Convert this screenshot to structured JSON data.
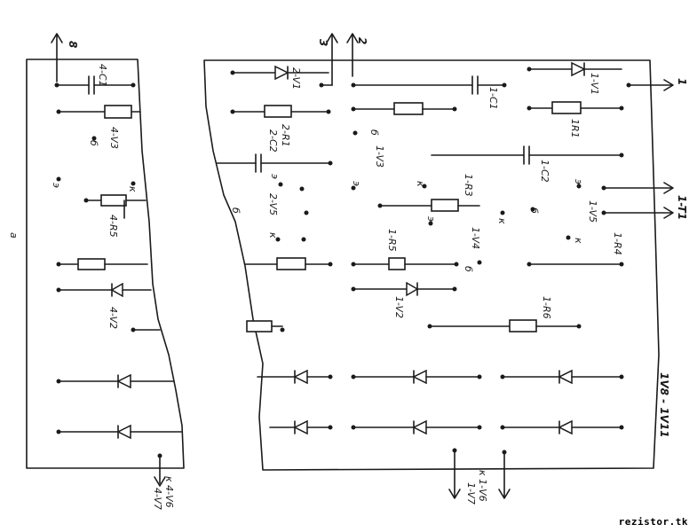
{
  "colors": {
    "ink": "#1a1a1a",
    "paper": "#ffffff"
  },
  "labels": {
    "board_a_letter": "a",
    "top_b": "8",
    "top_3": "3",
    "top_2": "2",
    "left_4_c1": "4-C1",
    "left_4_v3": "4-V3",
    "left_4_r5": "4-R5",
    "left_4_v2": "4-V2",
    "left_k": "к",
    "left_b": "б",
    "left_e": "э",
    "bot_left": "к 4-V6",
    "bot_left2": "4-V7",
    "r_2_v1": "2-V1",
    "r_2_r1": "2-R1",
    "r_2_c2": "2-C2",
    "r_2_v5": "2-V5",
    "r_1_c1": "1-C1",
    "r_1_v3": "1-V3",
    "r_1_r3": "1-R3",
    "r_1_r5": "1-R5",
    "r_1_v4": "1-V4",
    "r_1_v2": "1-V2",
    "r_1_r6": "1-R6",
    "r_1_v1": "1-V1",
    "r_1r1": "1R1",
    "r_1_c2": "1-C2",
    "r_1_v5": "1-V5",
    "r_1_r4": "1-R4",
    "r_1_t1": "1-T1",
    "r_1": "1",
    "r_1v8": "1V8 - 1V11",
    "r_bot1": "к 1-V6",
    "r_bot2": "1-V7",
    "k": "к",
    "b": "б",
    "e": "э"
  },
  "watermark": "rezistor.tk"
}
